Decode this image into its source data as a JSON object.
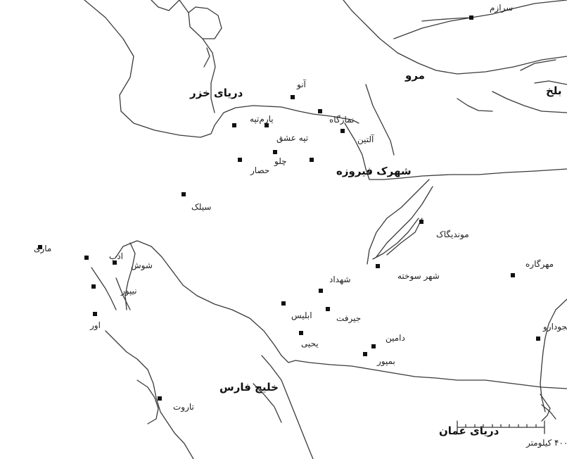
{
  "regions": {
    "caspian_sea": "دریای خزر",
    "persian_gulf": "خلیج فارس",
    "sea_of_oman": "دریای عمان",
    "merv": "مرو",
    "balkh": "بلخ",
    "shahr_e_firouzeh": "شهرک فیروزه"
  },
  "sites": {
    "sarazm": "سرازم",
    "anau": "آنو",
    "namazga": "نمازگاه",
    "altyn": "آلتین",
    "yarim_tepe": "یارم‌تپه",
    "tepe_eshgh": "تپه عشق",
    "chalo": "چلو",
    "hesar": "حصار",
    "sialk": "سیلک",
    "mundigak": "موندیگاک",
    "shahr_e_sukhteh": "شهر سوخته",
    "mehrgarh": "مهرگاره",
    "mari": "ماری",
    "adab": "ادب",
    "shush": "شوش",
    "nippur": "نیپور",
    "ur": "اور",
    "shahdad": "شهداد",
    "iblis": "ابلیس",
    "jiroft": "جیرفت",
    "yahya": "یحیی",
    "damin": "دامین",
    "bampur": "بمپور",
    "mohenjo_daro": "موهنجودارو",
    "tarut": "تاروت"
  },
  "scale": {
    "label": "۴۰۰ کیلومتر"
  }
}
